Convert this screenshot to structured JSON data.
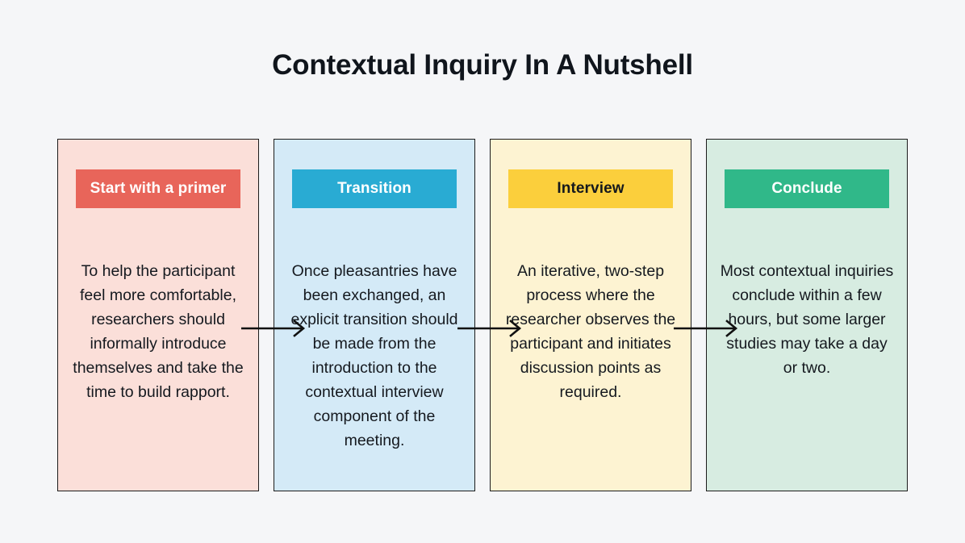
{
  "title": "Contextual Inquiry In A Nutshell",
  "theme": {
    "page_background": "#f5f6f8",
    "title_color": "#10151c",
    "arrow_color": "#111111",
    "card_border": "#1c1c1c"
  },
  "steps": [
    {
      "label": "Start with a primer",
      "body": "To help the participant feel more comfortable, researchers should informally introduce themselves and take the time to build rapport.",
      "card_color": "#fbdfd9",
      "label_color": "#e8655a",
      "label_text_color": "#ffffff"
    },
    {
      "label": "Transition",
      "body": "Once pleasantries have been exchanged, an explicit transition should be made from the introduction to the contextual interview component of the meeting.",
      "card_color": "#d4eaf7",
      "label_color": "#29abd3",
      "label_text_color": "#ffffff"
    },
    {
      "label": "Interview",
      "body": "An iterative, two-step process where the researcher observes the participant and initiates discussion points as required.",
      "card_color": "#fdf3d2",
      "label_color": "#fbcf3c",
      "label_text_color": "#14181d"
    },
    {
      "label": "Conclude",
      "body": "Most contextual inquiries conclude within a few hours, but some larger studies may take a day or two.",
      "card_color": "#d7ece1",
      "label_color": "#30b889",
      "label_text_color": "#ffffff"
    }
  ],
  "connectors": [
    {
      "name": "arrow-primer-to-transition"
    },
    {
      "name": "arrow-transition-to-interview"
    },
    {
      "name": "arrow-interview-to-conclude"
    }
  ]
}
